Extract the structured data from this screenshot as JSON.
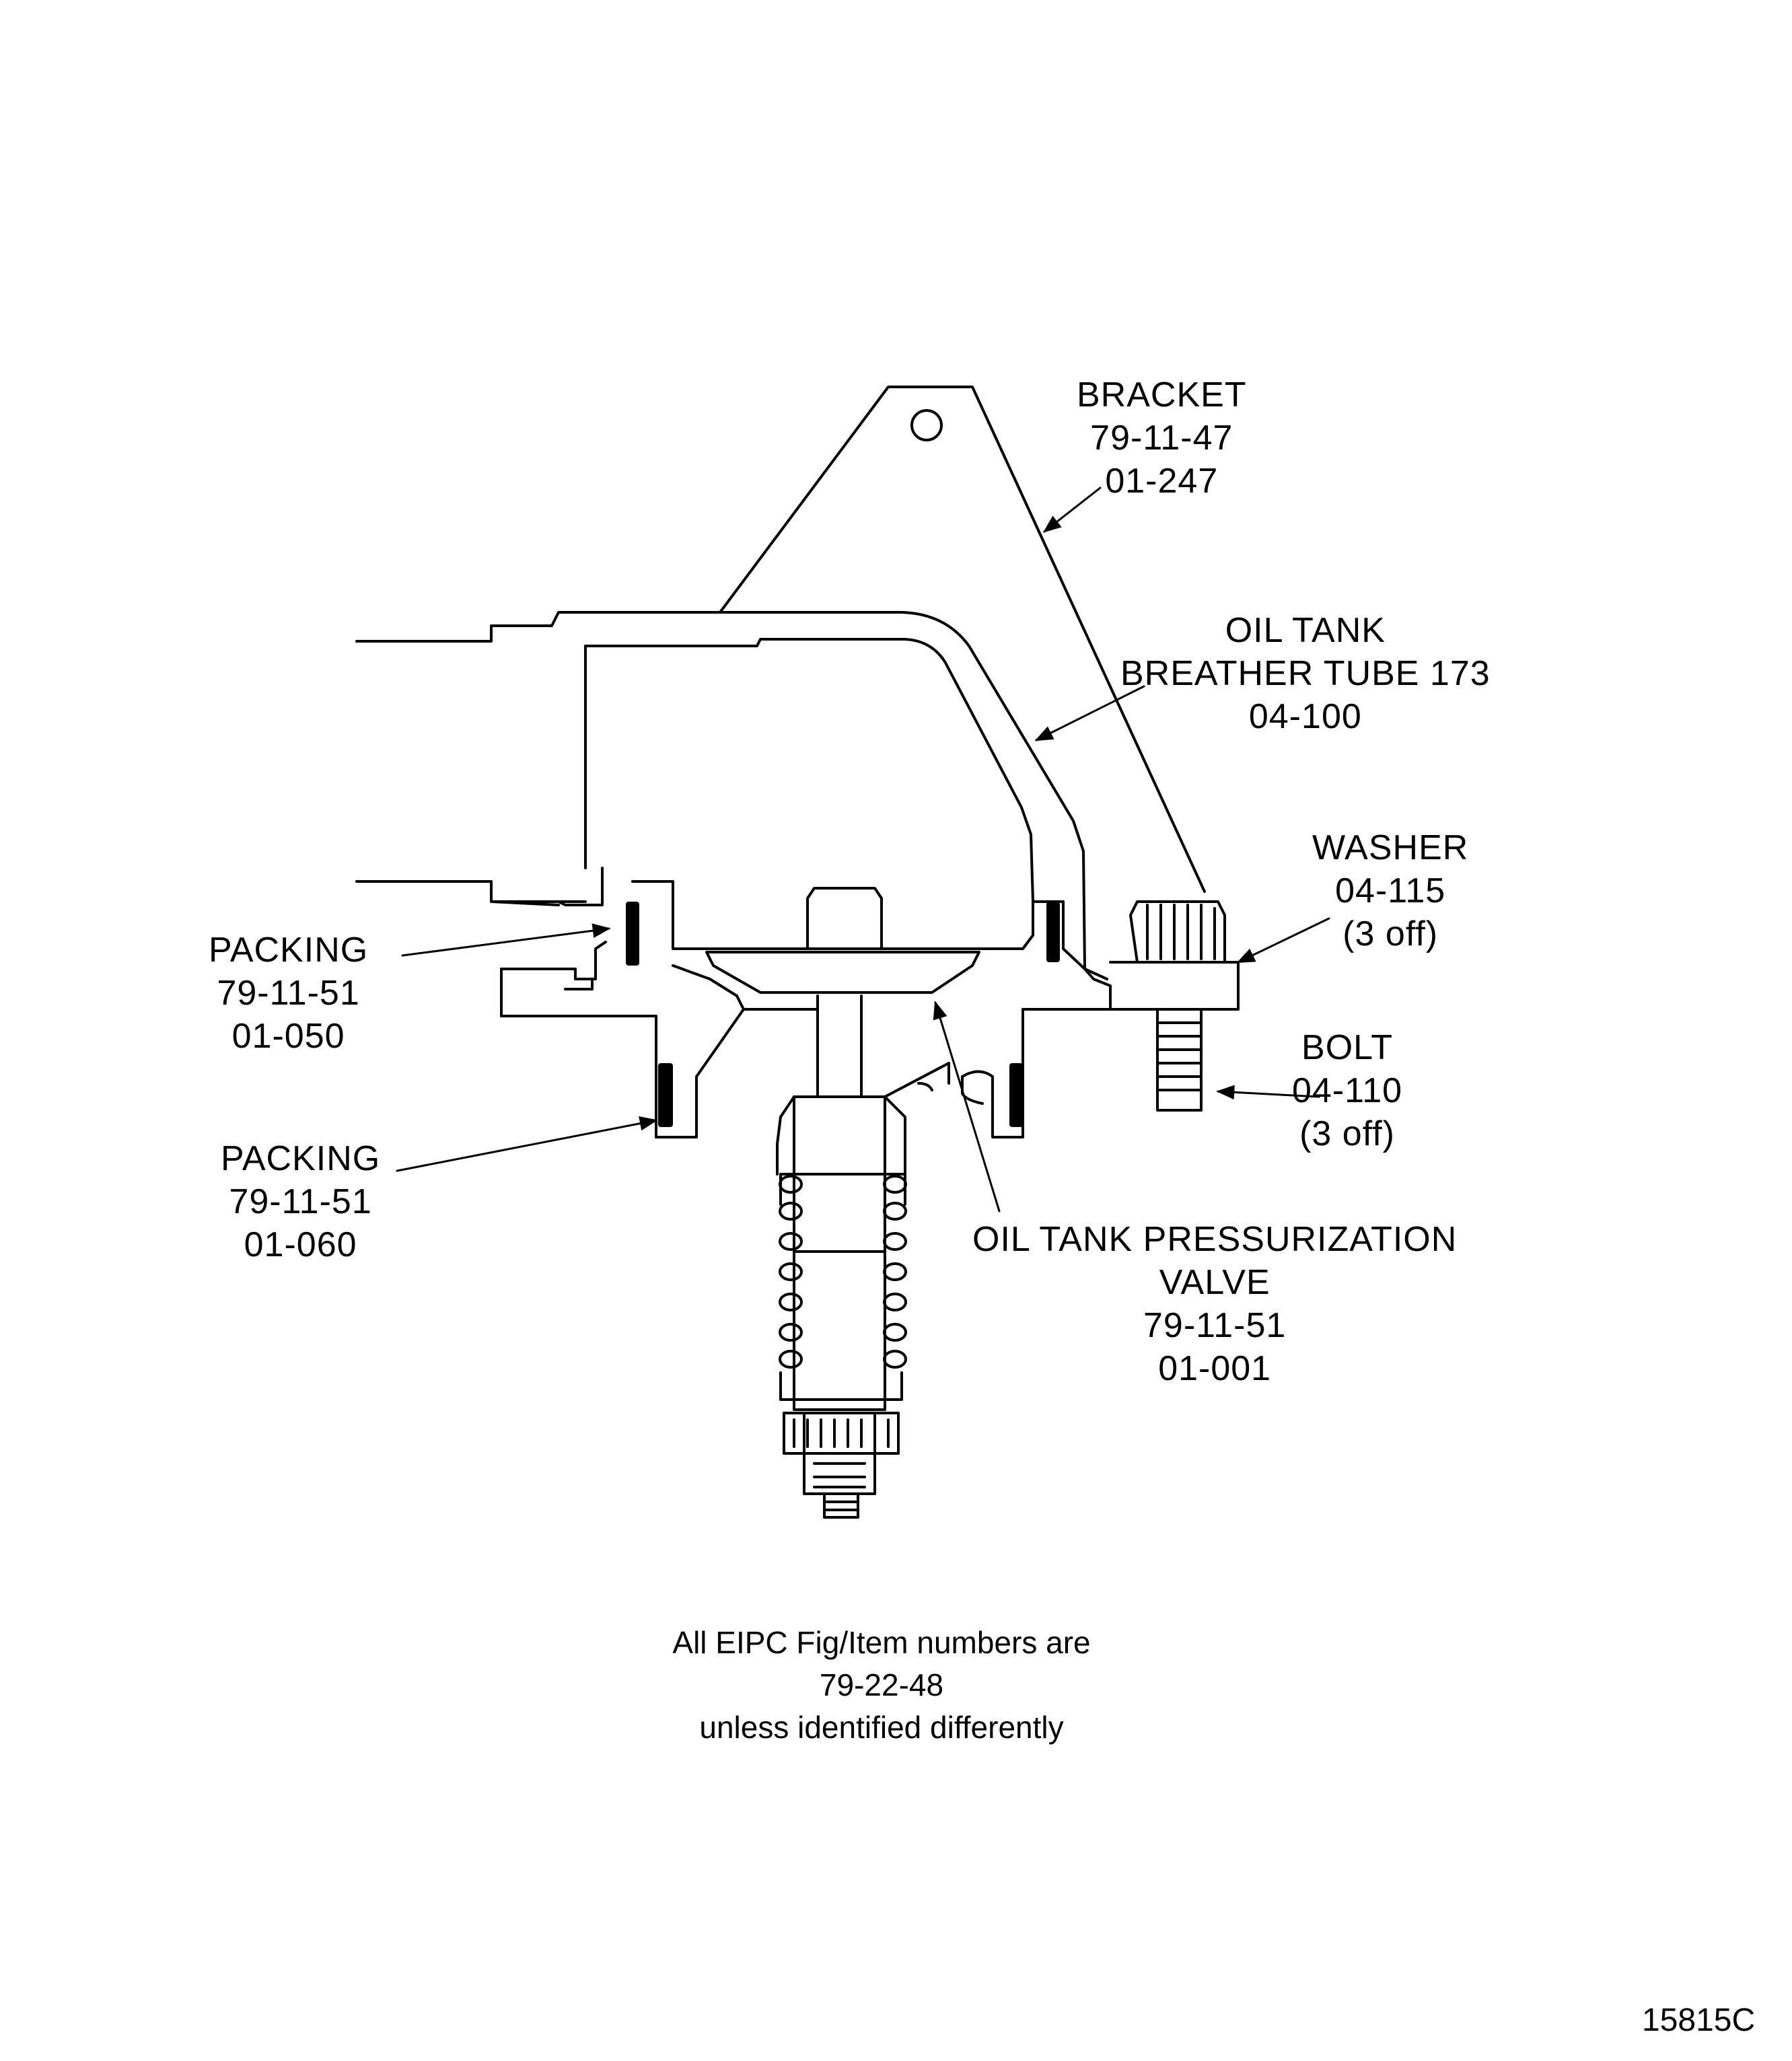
{
  "labels": {
    "bracket": {
      "name": "BRACKET",
      "ref": "79-11-47",
      "item": "01-247"
    },
    "breather_tube": {
      "line1": "OIL TANK",
      "line2": "BREATHER TUBE 173",
      "item": "04-100"
    },
    "washer": {
      "name": "WASHER",
      "item": "04-115",
      "qty": "(3 off)"
    },
    "bolt": {
      "name": "BOLT",
      "item": "04-110",
      "qty": "(3 off)"
    },
    "packing_upper": {
      "name": "PACKING",
      "ref": "79-11-51",
      "item": "01-050"
    },
    "packing_lower": {
      "name": "PACKING",
      "ref": "79-11-51",
      "item": "01-060"
    },
    "valve": {
      "line1": "OIL TANK PRESSURIZATION",
      "line2": "VALVE",
      "ref": "79-11-51",
      "item": "01-001"
    }
  },
  "note": {
    "line1": "All EIPC Fig/Item numbers are",
    "line2": "79-22-48",
    "line3": "unless identified differently"
  },
  "figure_number": "15815C"
}
